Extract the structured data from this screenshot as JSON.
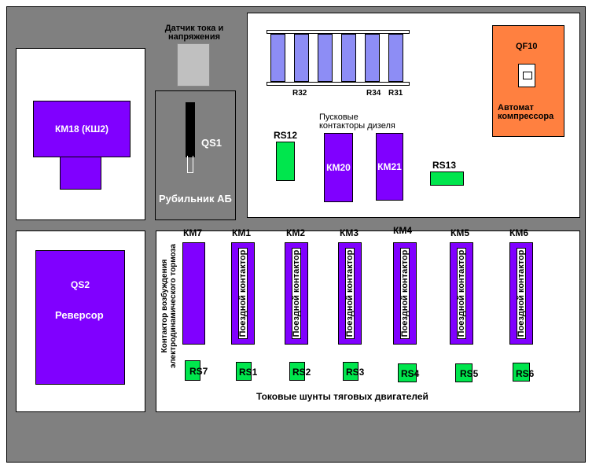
{
  "sensor": {
    "label_line1": "Датчик тока и",
    "label_line2": "напряжения"
  },
  "km18": {
    "label": "КМ18  (КШ2)"
  },
  "qs1": {
    "label": "QS1",
    "caption": "Рубильник АБ"
  },
  "resistors": {
    "r32": "R32",
    "r34": "R34",
    "r31": "R31"
  },
  "qf10": {
    "label": "QF10",
    "caption_line1": "Автомат",
    "caption_line2": "компрессора",
    "color": "#ff8040"
  },
  "rs12": {
    "label": "RS12"
  },
  "rs13": {
    "label": "RS13"
  },
  "starters": {
    "caption_line1": "Пусковые",
    "caption_line2": "контакторы дизеля",
    "km20": "КМ20",
    "km21": "КМ21"
  },
  "qs2": {
    "label": "QS2",
    "caption": "Реверсор"
  },
  "km7": {
    "label": "КМ7",
    "side_line1": "Контактор возбуждения",
    "side_line2": "электродинамического тормоза"
  },
  "line_contactors": [
    {
      "label": "КМ1",
      "text": "Поездной контактор"
    },
    {
      "label": "КМ2",
      "text": "Поездной контактор"
    },
    {
      "label": "КМ3",
      "text": "Поездной контактор"
    },
    {
      "label": "КМ4",
      "text": "Поездной контактор"
    },
    {
      "label": "КМ5",
      "text": "Поездной контактор"
    },
    {
      "label": "КМ6",
      "text": "Поездной контактор"
    }
  ],
  "shunts": [
    "RS7",
    "RS1",
    "RS2",
    "RS3",
    "RS4",
    "RS5",
    "RS6"
  ],
  "shunts_caption": "Токовые шунты тяговых двигателей",
  "colors": {
    "cabinet": "#808080",
    "contactor": "#8000ff",
    "shunt": "#00e64d",
    "resistor": "#8d8df5"
  }
}
